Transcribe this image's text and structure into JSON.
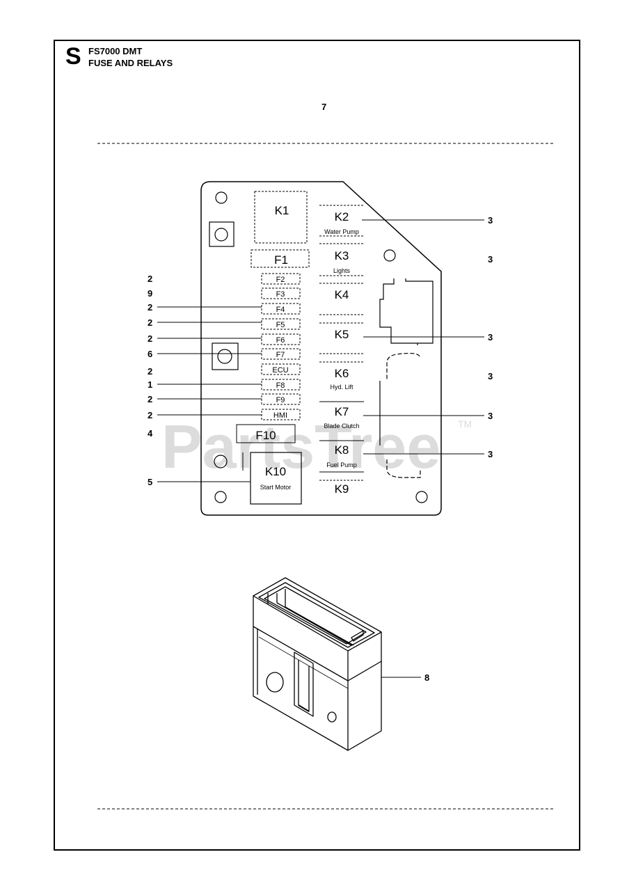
{
  "header": {
    "section_letter": "S",
    "model": "FS7000 DMT",
    "title": "FUSE AND RELAYS"
  },
  "top_callout": "7",
  "watermark": {
    "text": "PartsTree",
    "mark": "TM"
  },
  "relays": [
    {
      "id": "K1",
      "label": ""
    },
    {
      "id": "K2",
      "label": "Water Pump"
    },
    {
      "id": "K3",
      "label": "Lights"
    },
    {
      "id": "K4",
      "label": ""
    },
    {
      "id": "K5",
      "label": ""
    },
    {
      "id": "K6",
      "label": "Hyd. Lift"
    },
    {
      "id": "K7",
      "label": "Blade Clutch"
    },
    {
      "id": "K8",
      "label": "Fuel Pump"
    },
    {
      "id": "K9",
      "label": ""
    },
    {
      "id": "K10",
      "label": "Start Motor"
    }
  ],
  "fuses": [
    "F1",
    "F2",
    "F3",
    "F4",
    "F5",
    "F6",
    "F7",
    "ECU",
    "F8",
    "F9",
    "HMI",
    "F10"
  ],
  "left_callouts": [
    "2",
    "9",
    "2",
    "2",
    "2",
    "6",
    "2",
    "1",
    "2",
    "2",
    "4",
    "5"
  ],
  "right_callouts": [
    "3",
    "3",
    "3",
    "3",
    "3",
    "3"
  ],
  "housing_callout": "8"
}
